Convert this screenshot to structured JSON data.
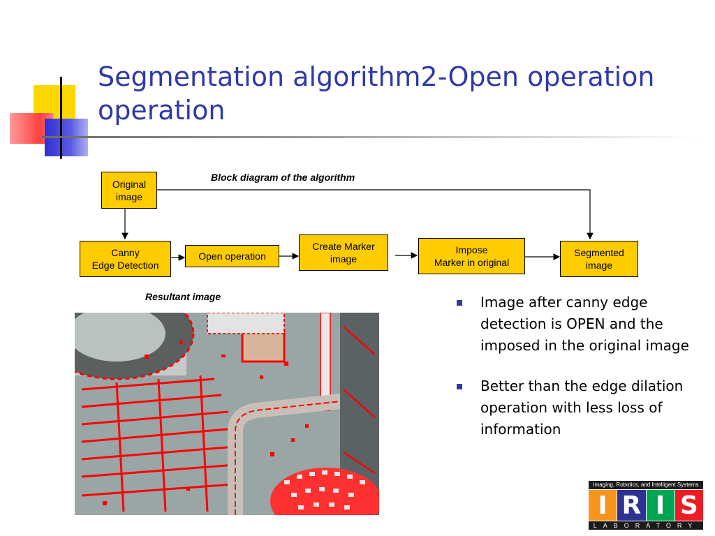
{
  "slide": {
    "title": "Segmentation algorithm2-Open operation operation",
    "diagram_caption": "Block diagram of the algorithm",
    "result_caption": "Resultant image"
  },
  "diagram": {
    "boxes": {
      "original": "Original\nimage",
      "canny": "Canny\nEdge Detection",
      "open": "Open operation",
      "marker": "Create Marker\nimage",
      "impose": "Impose\nMarker in original",
      "segmented": "Segmented\nimage"
    },
    "box_color": "#ffcc00"
  },
  "bullets": [
    "Image after canny edge detection is OPEN and the imposed in the original image",
    "Better than the edge dilation operation with less loss of information"
  ],
  "logo": {
    "top_text": "Imaging, Robotics, and Intelligent Systems",
    "letters": [
      "I",
      "R",
      "I",
      "S"
    ],
    "letter_colors": [
      "#f7941d",
      "#2e3192",
      "#00a651",
      "#ed1c24"
    ],
    "bottom_text": "LABORATORY"
  },
  "colors": {
    "title": "#2e3aa8",
    "bullet": "#2e3aa8",
    "edge_overlay": "#ff0000"
  }
}
